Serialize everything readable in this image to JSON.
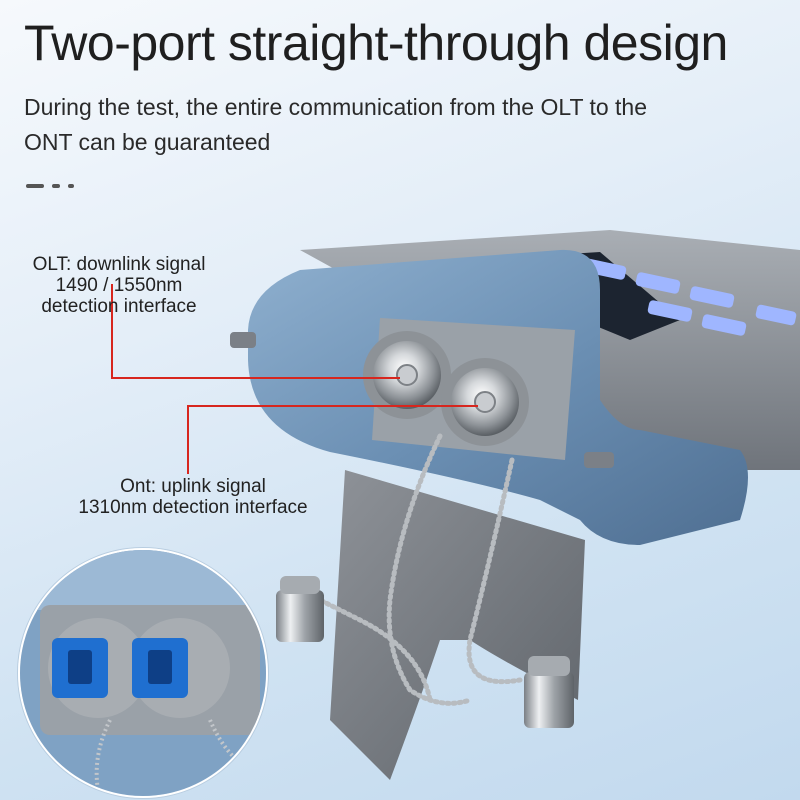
{
  "headline": "Two-port straight-through design",
  "subheadline": "During the test, the entire communication from the OLT to the ONT can be guaranteed",
  "callouts": {
    "olt": {
      "line1": "OLT: downlink signal",
      "line2": "1490 / 1550nm",
      "line3": "detection interface"
    },
    "ont": {
      "line1": "Ont: uplink signal",
      "line2": "1310nm detection interface"
    }
  },
  "colors": {
    "leader_line": "#d7261e",
    "device_body": "#6f93b6",
    "device_gray": "#8a8f96",
    "connector_blue": "#1f6fd0"
  },
  "icons": [
    "dashes-divider",
    "leader-line",
    "fiber-port",
    "dust-cap",
    "bead-chain"
  ]
}
